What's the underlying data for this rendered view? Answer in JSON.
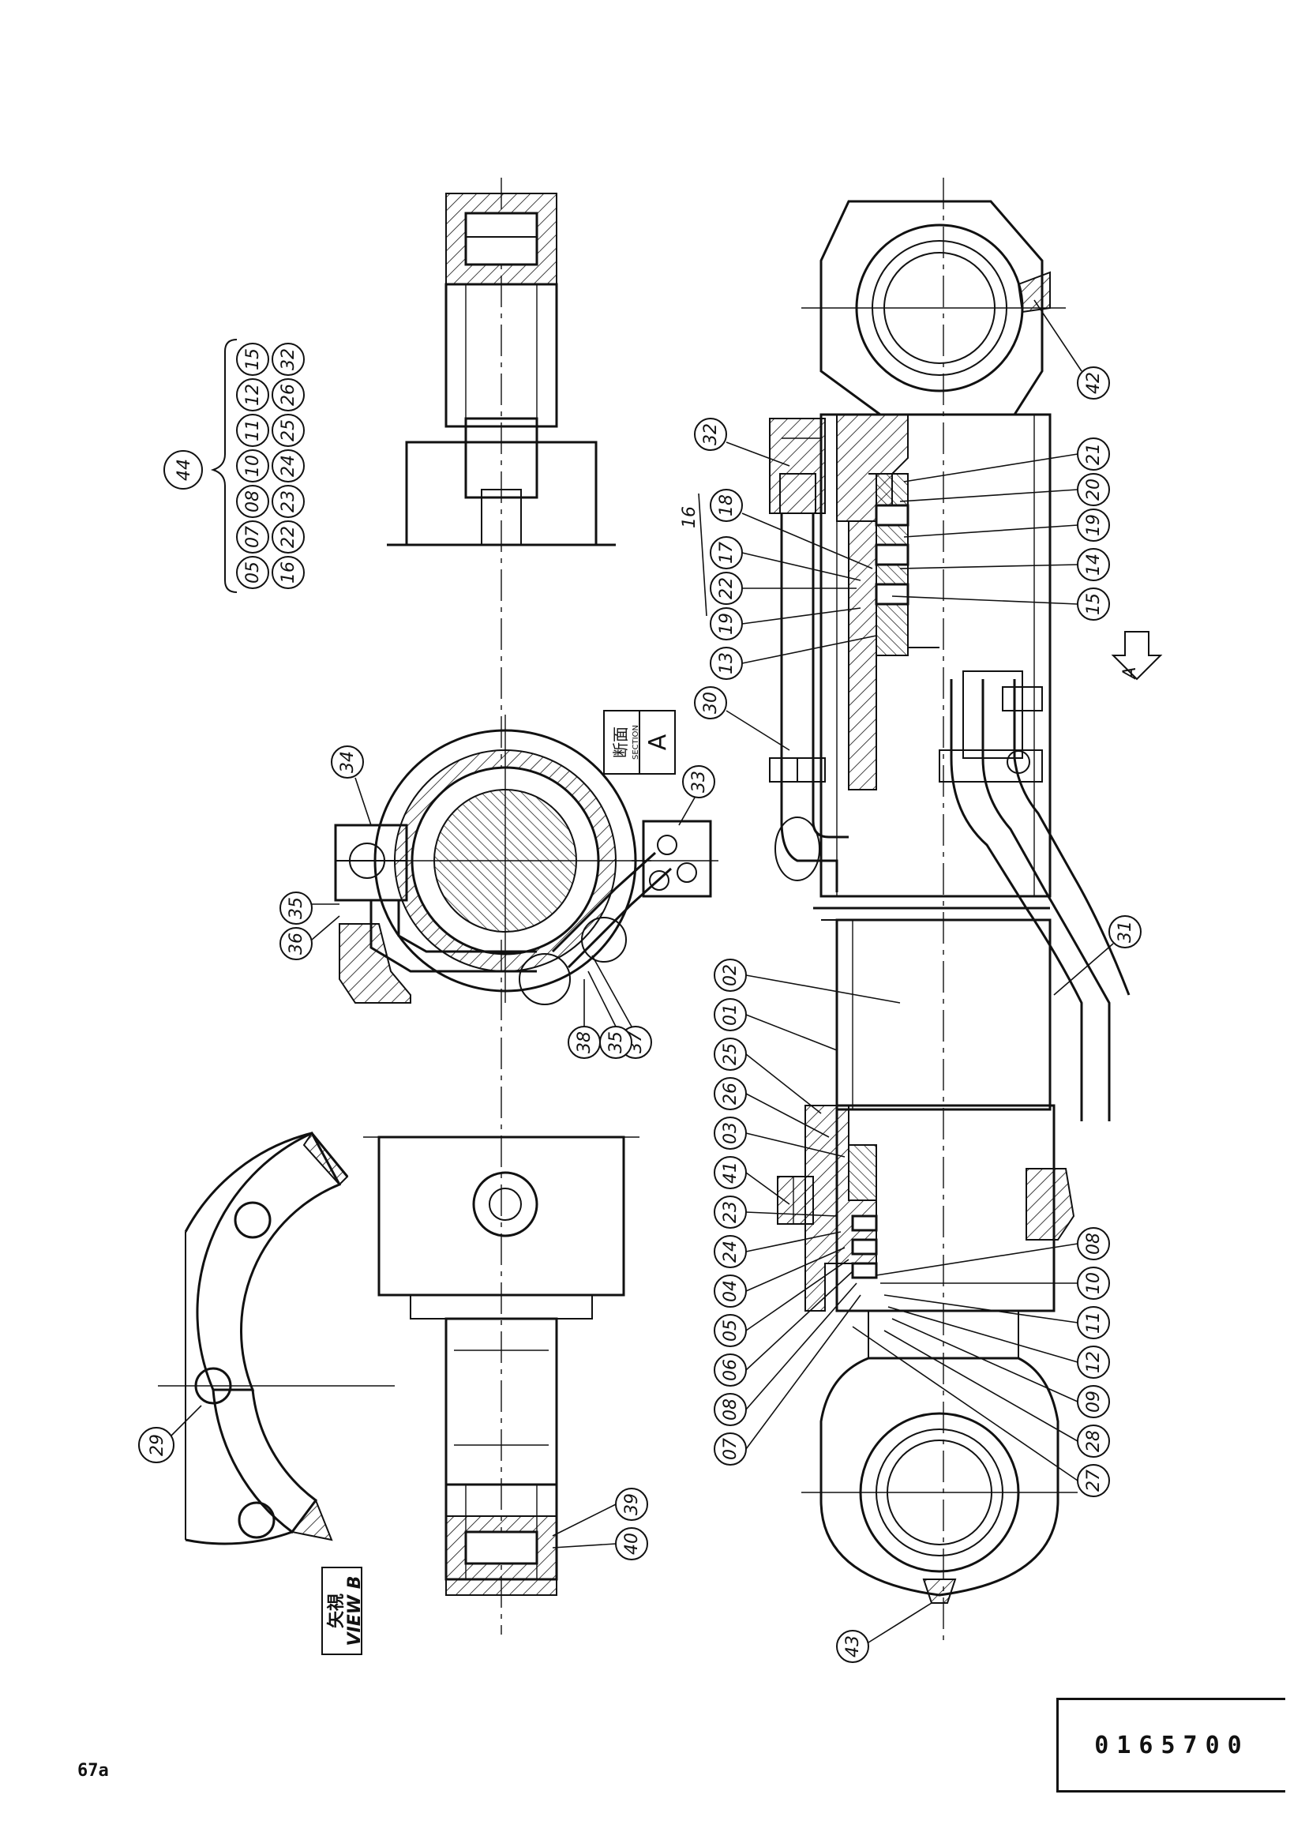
{
  "drawing_number": "0165700",
  "page_ref": "67a",
  "kit_callout": {
    "number": "44",
    "members_row1": [
      "05",
      "07",
      "08",
      "10",
      "11",
      "12",
      "15"
    ],
    "members_row2": [
      "16",
      "22",
      "23",
      "24",
      "25",
      "26",
      "32"
    ]
  },
  "section_label": {
    "jp": "断面",
    "en": "SECTION",
    "letter": "A"
  },
  "view_label": {
    "jp": "矢視",
    "en": "VIEW B"
  },
  "group_16_label": "16",
  "arrow_label": "A",
  "callouts": {
    "main_right": [
      "32",
      "18",
      "17",
      "22",
      "19",
      "13",
      "30",
      "21",
      "20",
      "19",
      "14",
      "15",
      "42"
    ],
    "lower_cylinder": [
      "02",
      "01",
      "25",
      "26",
      "03",
      "41",
      "23",
      "24",
      "04",
      "05",
      "06",
      "08",
      "07",
      "08",
      "10",
      "11",
      "12",
      "09",
      "28",
      "27",
      "43",
      "31"
    ],
    "section_a": [
      "34",
      "33",
      "35",
      "36",
      "37",
      "35",
      "38"
    ],
    "view_b": [
      "29",
      "39",
      "40"
    ]
  },
  "colors": {
    "ink": "#111111",
    "paper": "#ffffff"
  }
}
